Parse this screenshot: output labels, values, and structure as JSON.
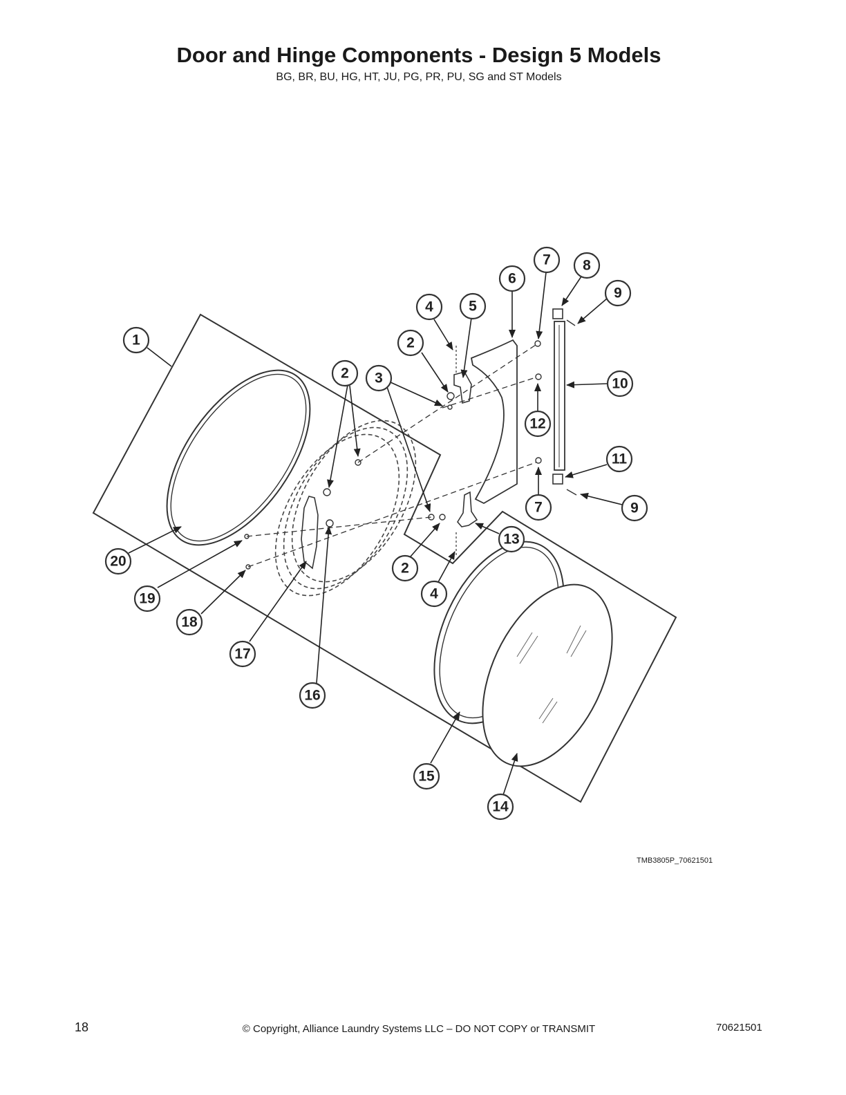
{
  "header": {
    "title": "Door and Hinge Components - Design 5 Models",
    "subtitle": "BG, BR, BU, HG, HT, JU, PG, PR, PU, SG and ST Models"
  },
  "diagram": {
    "callouts": [
      {
        "label": "1"
      },
      {
        "label": "2"
      },
      {
        "label": "2"
      },
      {
        "label": "2"
      },
      {
        "label": "3"
      },
      {
        "label": "4"
      },
      {
        "label": "4"
      },
      {
        "label": "5"
      },
      {
        "label": "6"
      },
      {
        "label": "7"
      },
      {
        "label": "7"
      },
      {
        "label": "8"
      },
      {
        "label": "9"
      },
      {
        "label": "9"
      },
      {
        "label": "10"
      },
      {
        "label": "11"
      },
      {
        "label": "12"
      },
      {
        "label": "13"
      },
      {
        "label": "14"
      },
      {
        "label": "15"
      },
      {
        "label": "16"
      },
      {
        "label": "17"
      },
      {
        "label": "18"
      },
      {
        "label": "19"
      },
      {
        "label": "20"
      }
    ],
    "drawing_id": "TMB3805P_70621501"
  },
  "footer": {
    "page_number": "18",
    "copyright": "© Copyright, Alliance Laundry Systems LLC – DO NOT COPY or TRANSMIT",
    "doc_number": "70621501"
  }
}
